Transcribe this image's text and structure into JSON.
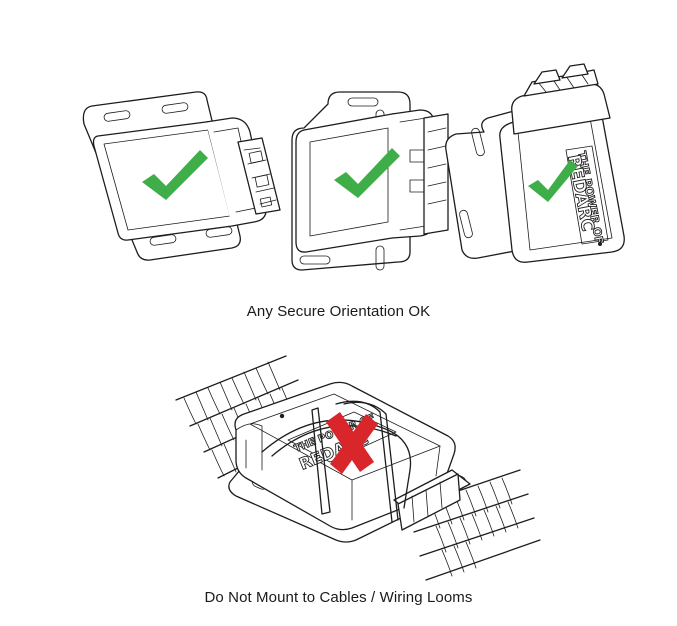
{
  "captions": {
    "top": "Any Secure Orientation OK",
    "bottom": "Do Not Mount to Cables / Wiring Looms"
  },
  "product_label": {
    "line1": "THE POWER OF",
    "line2": "REDARC"
  },
  "colors": {
    "check": "#3fae49",
    "cross": "#d8262b",
    "line": "#1d1d1d"
  },
  "icons": {
    "ok": "checkmark-icon",
    "not_ok": "cross-icon"
  }
}
